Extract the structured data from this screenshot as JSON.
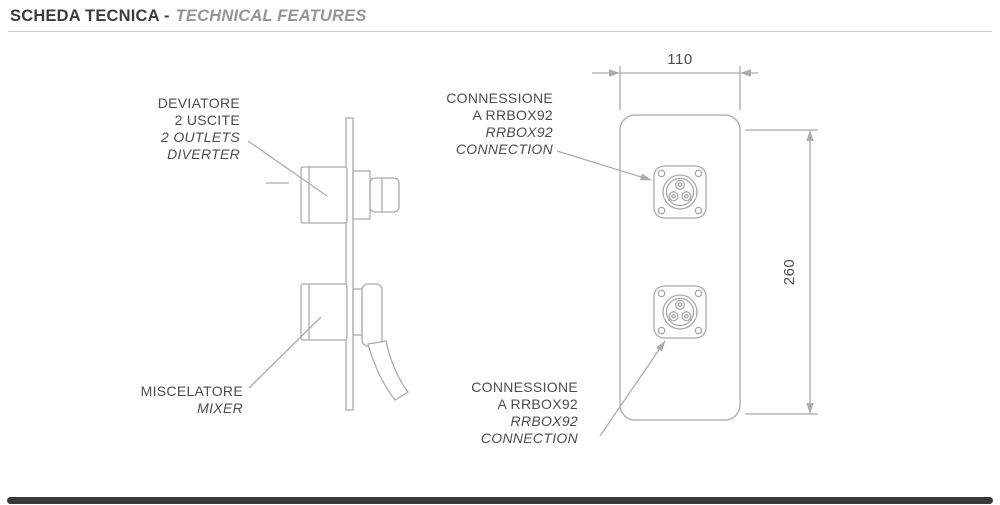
{
  "header": {
    "title_it": "SCHEDA TECNICA -",
    "title_en": "TECHNICAL FEATURES"
  },
  "side_view": {
    "diverter_label_it": [
      "DEVIATORE",
      "2 USCITE"
    ],
    "diverter_label_en": [
      "2 OUTLETS",
      "DIVERTER"
    ],
    "mixer_label_it": [
      "MISCELATORE"
    ],
    "mixer_label_en": [
      "MIXER"
    ]
  },
  "front_view": {
    "dim_width": "110",
    "dim_height": "260",
    "connection_top_label_it": [
      "CONNESSIONE",
      "A RRBOX92"
    ],
    "connection_top_label_en": [
      "RRBOX92",
      "CONNECTION"
    ],
    "connection_bottom_label_it": [
      "CONNESSIONE",
      "A RRBOX92"
    ],
    "connection_bottom_label_en": [
      "RRBOX92",
      "CONNECTION"
    ]
  },
  "colors": {
    "line": "#a9abad",
    "text": "#4b4c4e",
    "header_primary": "#3d3d3f",
    "header_secondary": "#939598",
    "divider": "#c9cacc",
    "footer": "#3a3a3c"
  }
}
